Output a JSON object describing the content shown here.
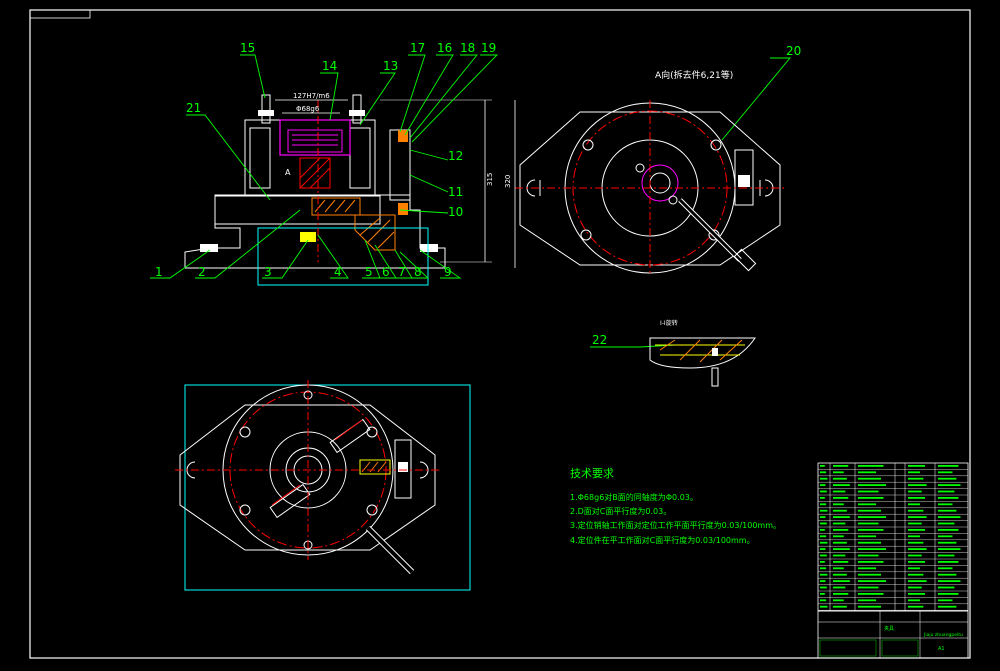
{
  "callouts_left": [
    "15",
    "14",
    "13",
    "17",
    "16",
    "18",
    "19",
    "21",
    "12",
    "11",
    "10",
    "1",
    "2",
    "3",
    "4",
    "5",
    "6",
    "7",
    "8",
    "9"
  ],
  "callout_right": "20",
  "callout_section": "22",
  "dimensions": {
    "fit_top": "127H7/m6",
    "fit_inner": "Φ68g6",
    "height_right": "315",
    "dim_A": "A",
    "dim_320": "320"
  },
  "view_label": "A向(拆去件6,21等)",
  "section_label": "I-I旋转",
  "tech": {
    "title": "技术要求",
    "lines": [
      "1.Φ68g6对B面的同轴度为Φ0.03。",
      "2.D面对C面平行度为0.03。",
      "3.定位销轴工作面对定位工作平面平行度为0.03/100mm。",
      "4.定位件在平工作面对C面平行度为0.03/100mm。"
    ]
  },
  "title_block": {
    "name": "夹具",
    "drawing_no": "Jiaju zhuangpeitu",
    "sheet": "A1"
  },
  "colors": {
    "frame": "#ffffff",
    "callout": "#00ff00",
    "dim": "#ffffff",
    "cyan": "#00ffff",
    "red": "#ff0000",
    "magenta": "#ff00ff",
    "yellow": "#ffff00",
    "orange": "#ff7f00"
  }
}
